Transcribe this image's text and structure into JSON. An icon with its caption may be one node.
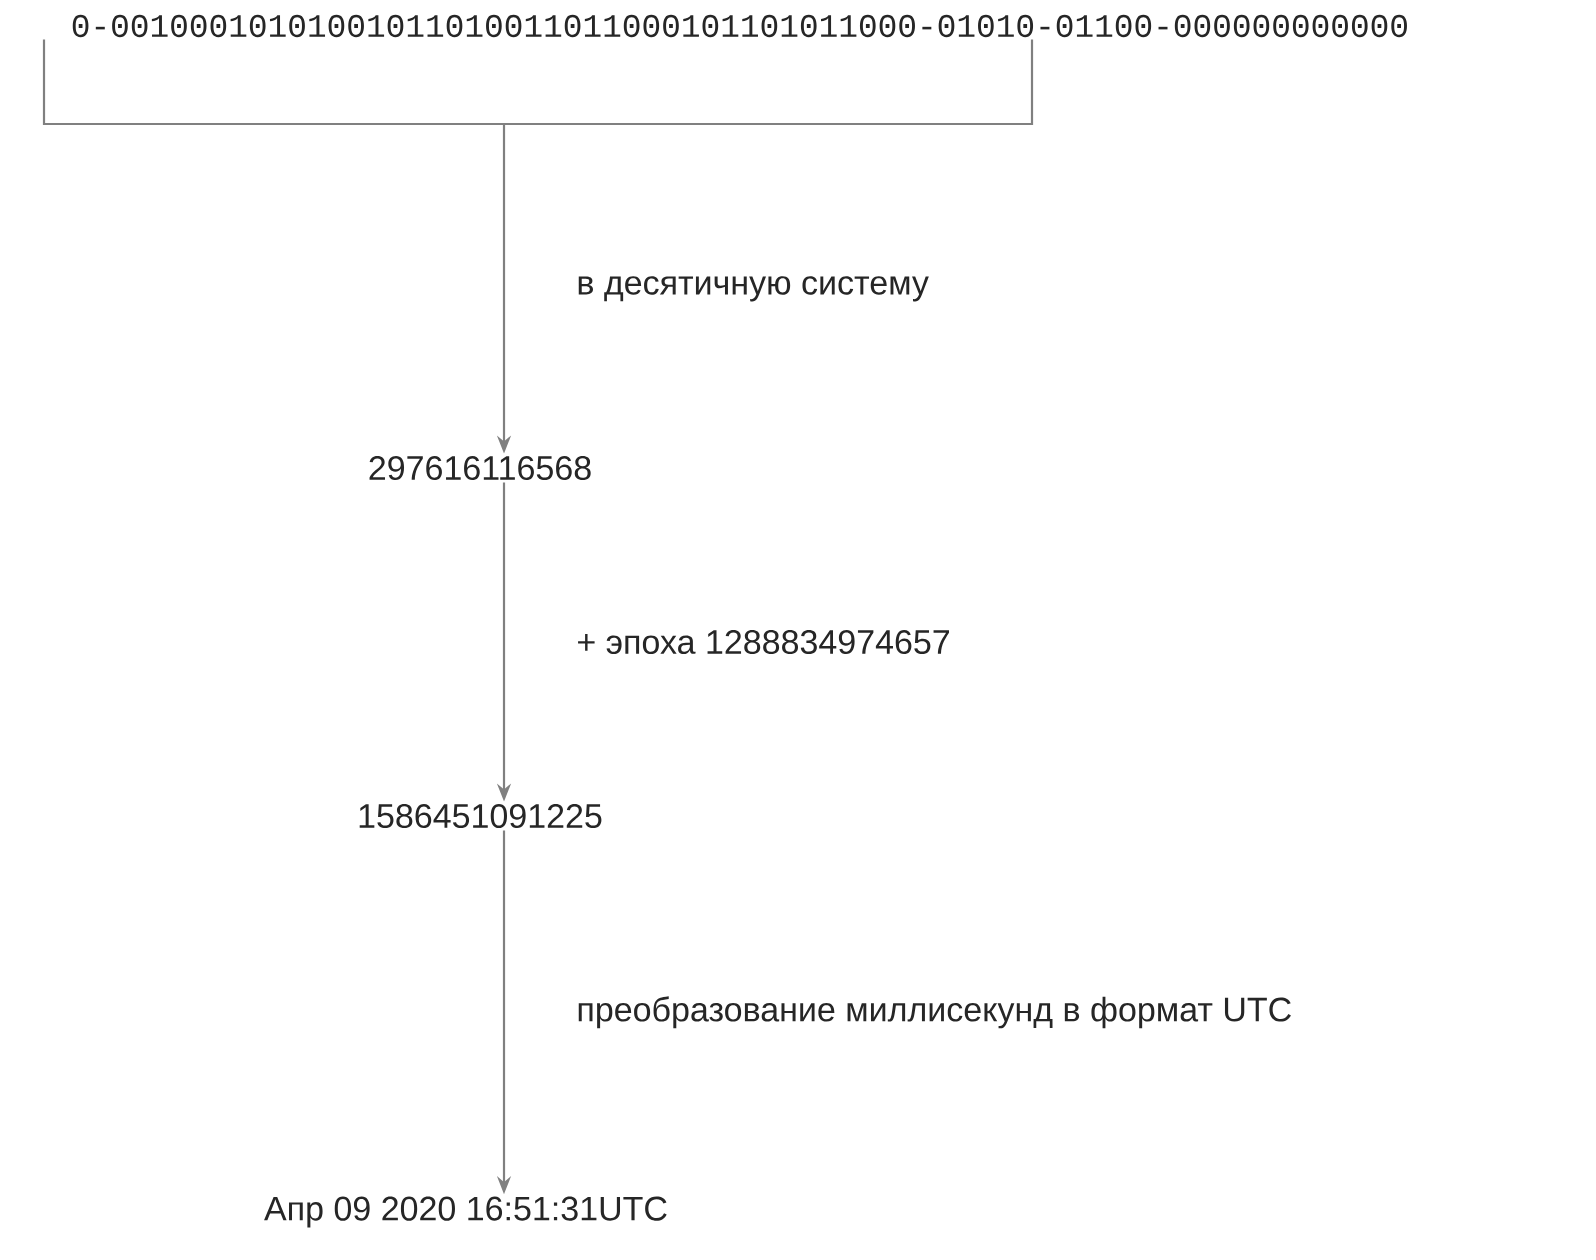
{
  "diagram": {
    "nodes": [
      {
        "text": [
          "0-00100010101001011010011011000101101011000-01010-01100-000000000000"
        ]
      },
      {
        "text": [
          "297616116568"
        ]
      },
      {
        "text": [
          "1586451091225"
        ]
      },
      {
        "text": [
          "Апр 09 2020 16:51:31UTC"
        ]
      }
    ],
    "edges": [
      {
        "from": 0,
        "to": 1,
        "arrow": "to",
        "label": "в десятичную систему"
      },
      {
        "from": 1,
        "to": 2,
        "arrow": "to",
        "label": "+ эпоха 1288834974657"
      },
      {
        "from": 2,
        "to": 3,
        "arrow": "to",
        "label": "преобразование миллисекунд в формат UTC"
      }
    ]
  }
}
